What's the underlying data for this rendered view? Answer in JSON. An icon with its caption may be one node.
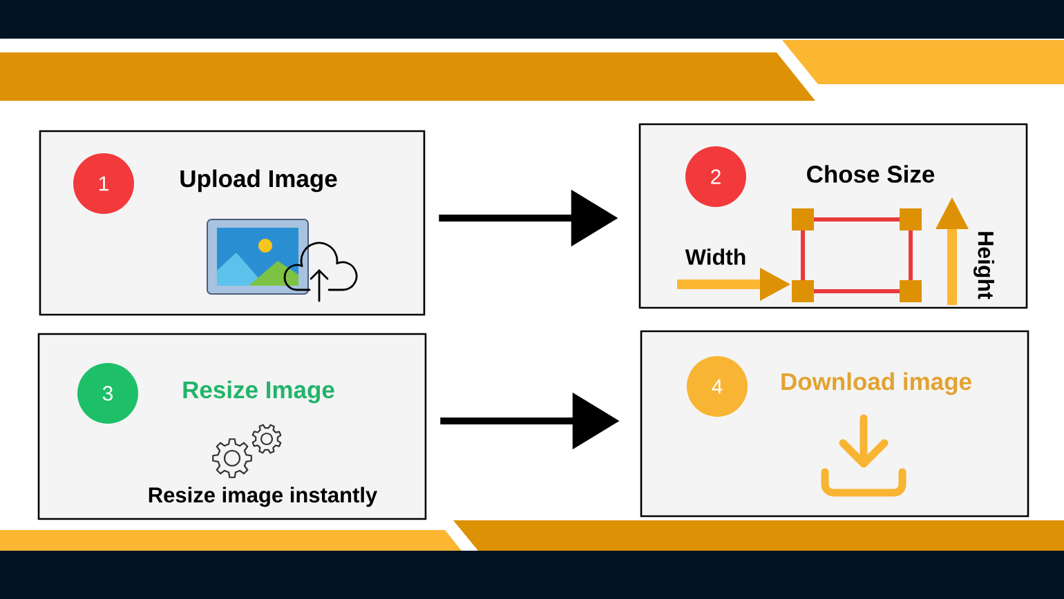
{
  "diagram": {
    "nodes": [
      {
        "text": [
          "Upload Image"
        ]
      },
      {
        "text": [
          "1"
        ],
        "in": 0
      },
      {
        "text": [
          "Chose Size",
          "Width",
          "Height"
        ]
      },
      {
        "text": [
          "2"
        ],
        "in": 2
      },
      {
        "text": [
          "Resize Image",
          "Resize image instantly"
        ]
      },
      {
        "text": [
          "3"
        ],
        "in": 4
      },
      {
        "text": [
          "Download image"
        ]
      },
      {
        "text": [
          "4"
        ],
        "in": 6
      }
    ],
    "edges": [
      {
        "from": 0,
        "to": 2,
        "arrow": "to"
      },
      {
        "from": 4,
        "to": 6,
        "arrow": "to"
      }
    ]
  }
}
